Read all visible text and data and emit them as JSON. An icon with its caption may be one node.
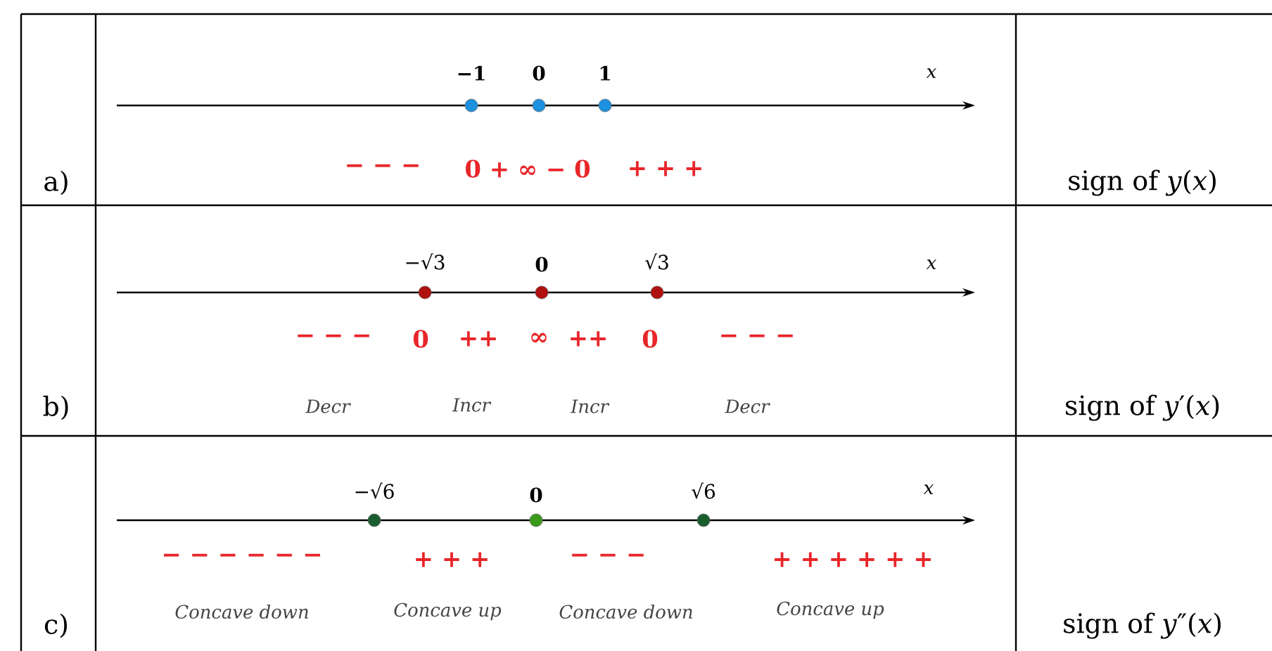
{
  "diagram": {
    "labels": [
      "a)",
      "−1",
      "0",
      "1",
      "x",
      "− − −",
      "0 + ∞ − 0",
      "+ + +",
      "sign of *y*(*x*)",
      "−√3",
      "0",
      "√3",
      "x",
      "− − −",
      "0",
      "++",
      "∞",
      "++",
      "0",
      "− − −",
      "b)",
      "Decr",
      "Incr",
      "Incr",
      "Decr",
      "sign of *y*′(*x*)",
      "−√6",
      "0",
      "√6",
      "x",
      "− − − − − −",
      "+ + +",
      "− − −",
      "+ + + + + +",
      "c)",
      "Concave down",
      "Concave up",
      "Concave down",
      "Concave up",
      "sign of *y*″(*x*)"
    ]
  }
}
